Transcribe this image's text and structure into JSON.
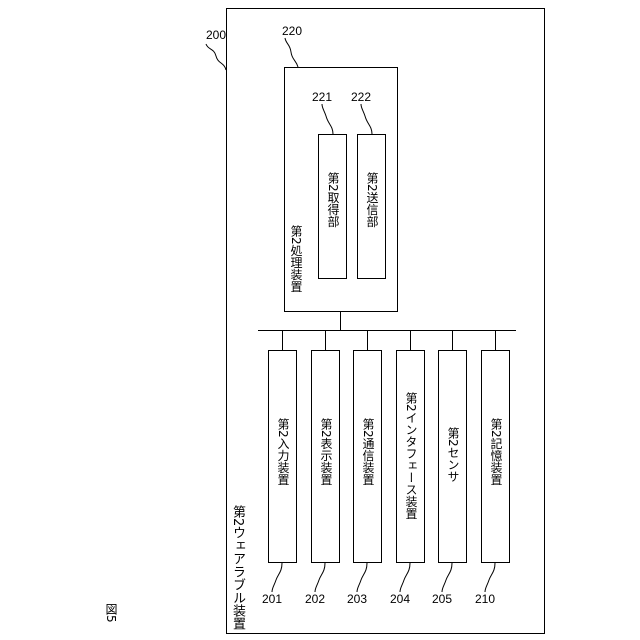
{
  "figure_label": "図5",
  "device": {
    "ref": "200",
    "label": "第2ウェアラブル装置"
  },
  "processor": {
    "ref": "220",
    "label": "第2処理装置"
  },
  "units": [
    {
      "ref": "221",
      "label": "第2取得部"
    },
    {
      "ref": "222",
      "label": "第2送信部"
    }
  ],
  "components": [
    {
      "ref": "201",
      "label": "第2入力装置"
    },
    {
      "ref": "202",
      "label": "第2表示装置"
    },
    {
      "ref": "203",
      "label": "第2通信装置"
    },
    {
      "ref": "204",
      "label": "第2インタフェース装置"
    },
    {
      "ref": "205",
      "label": "第2センサ"
    },
    {
      "ref": "210",
      "label": "第2記憶装置"
    }
  ]
}
